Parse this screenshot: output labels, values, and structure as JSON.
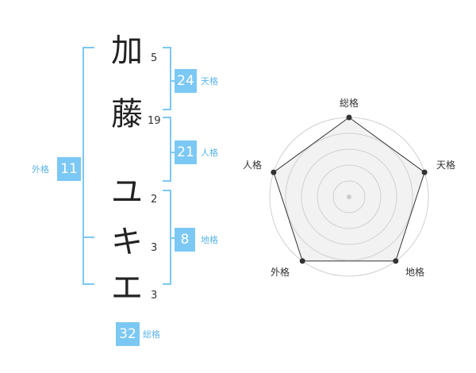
{
  "name_chars": [
    {
      "char": "加",
      "strokes": "5"
    },
    {
      "char": "藤",
      "strokes": "19"
    },
    {
      "char": "ユ",
      "strokes": "2"
    },
    {
      "char": "キ",
      "strokes": "3"
    },
    {
      "char": "エ",
      "strokes": "3"
    }
  ],
  "fortunes": {
    "tenkaku": {
      "value": "24",
      "label": "天格"
    },
    "jinkaku": {
      "value": "21",
      "label": "人格"
    },
    "chikaku": {
      "value": "8",
      "label": "地格"
    },
    "gaikaku": {
      "value": "11",
      "label": "外格"
    },
    "soukaku": {
      "value": "32",
      "label": "総格"
    }
  },
  "radar": {
    "axes": [
      "総格",
      "天格",
      "地格",
      "外格",
      "人格"
    ],
    "levels": 5,
    "values": [
      5,
      5,
      5,
      5,
      5
    ],
    "max": 5,
    "colors": {
      "fill": "#f2f2f2",
      "stroke": "#333333",
      "grid": "#d0d0d0",
      "point": "#333333",
      "center": "#cccccc"
    }
  },
  "colors": {
    "accent": "#7cc8f4",
    "accent_text": "#5ab4ea"
  }
}
